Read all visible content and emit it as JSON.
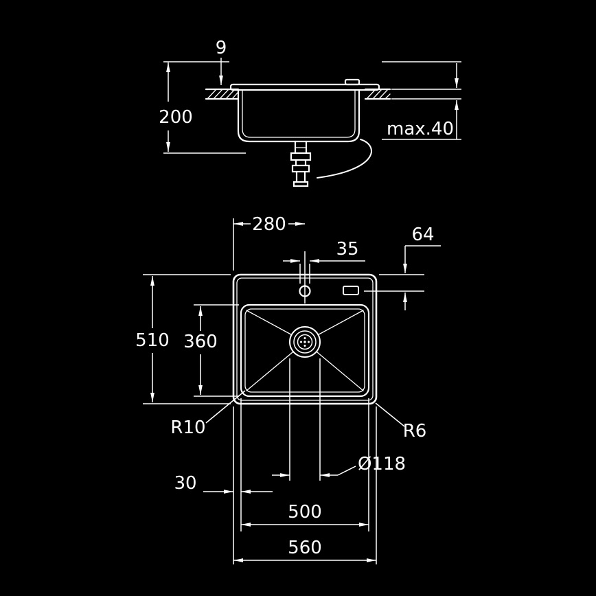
{
  "diagram": {
    "colors": {
      "background": "#000000",
      "line": "#ffffff"
    },
    "side_view": {
      "rim_height": "9",
      "bowl_depth": "200",
      "counter_thickness": "max.40"
    },
    "top_view": {
      "center_offset": "280",
      "faucet_hole_diameter": "35",
      "faucet_back_offset": "64",
      "overall_depth": "510",
      "bowl_inner_depth": "360",
      "inner_corner_radius": "R10",
      "outer_corner_radius": "R6",
      "drain_diameter": "Ø118",
      "bowl_left_offset": "30",
      "bowl_inner_width": "500",
      "overall_width": "560"
    }
  }
}
